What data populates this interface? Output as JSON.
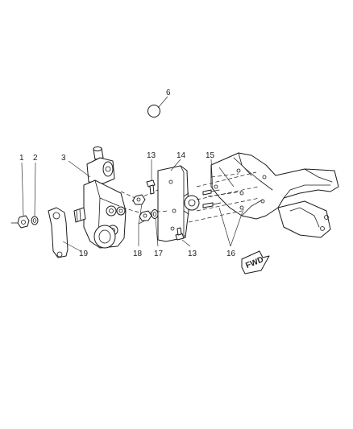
{
  "diagram": {
    "callouts": [
      "1",
      "2",
      "3",
      "6",
      "13",
      "13",
      "14",
      "15",
      "16",
      "17",
      "18",
      "19"
    ],
    "fwd_label": "FWD"
  }
}
